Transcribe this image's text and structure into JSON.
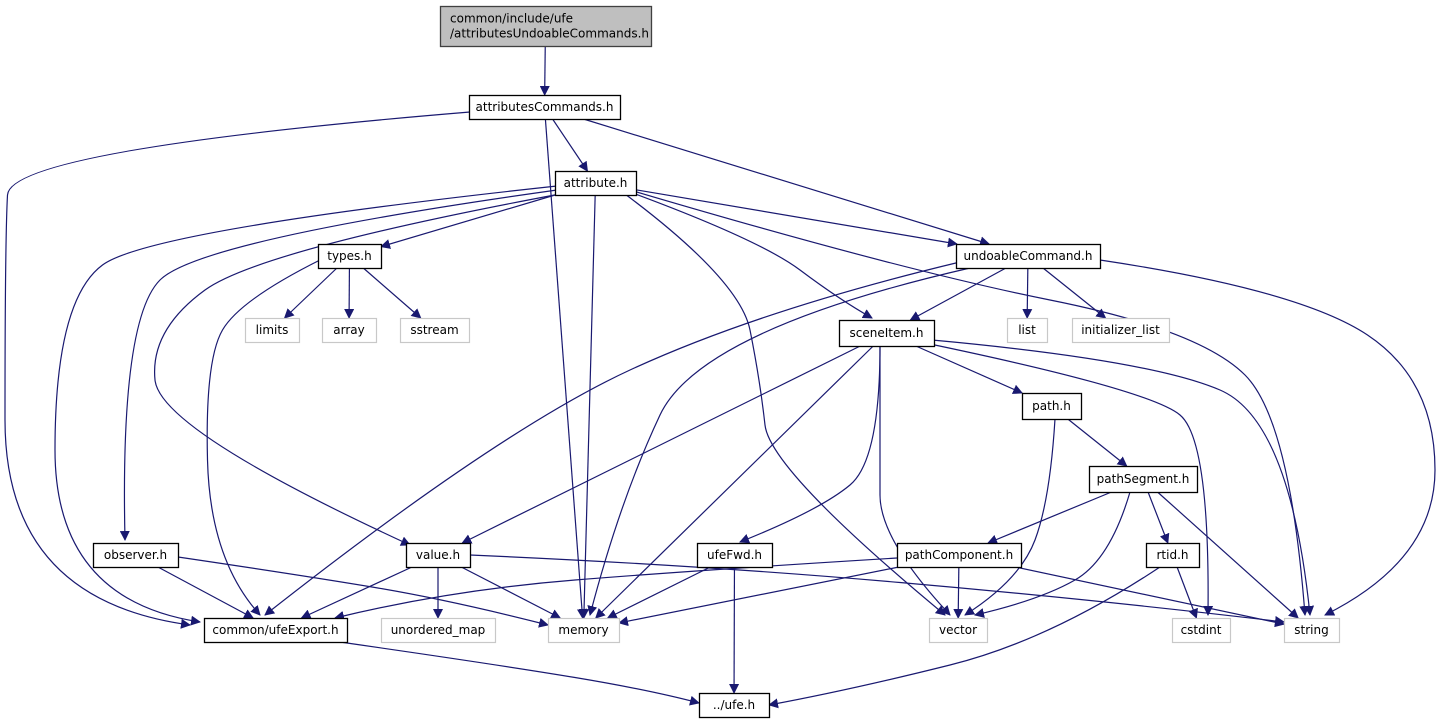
{
  "title": "common/include/ufe/attributesUndoableCommands.h",
  "colors": {
    "edge": "#191970",
    "root_fill": "#bfbfbf",
    "root_stroke": "#404040",
    "node_fill": "#ffffff",
    "node_stroke": "#000000",
    "external_stroke": "#c8c8c8",
    "external_text": "#000000"
  },
  "nodes": [
    {
      "id": "root",
      "lines": [
        "common/include/ufe",
        "/attributesUndoableCommands.h"
      ],
      "kind": "root"
    },
    {
      "id": "attributesCommands",
      "lines": [
        "attributesCommands.h"
      ],
      "kind": "local"
    },
    {
      "id": "attribute",
      "lines": [
        "attribute.h"
      ],
      "kind": "local"
    },
    {
      "id": "types",
      "lines": [
        "types.h"
      ],
      "kind": "local"
    },
    {
      "id": "undoableCommand",
      "lines": [
        "undoableCommand.h"
      ],
      "kind": "local"
    },
    {
      "id": "limits",
      "lines": [
        "limits"
      ],
      "kind": "external"
    },
    {
      "id": "array",
      "lines": [
        "array"
      ],
      "kind": "external"
    },
    {
      "id": "sstream",
      "lines": [
        "sstream"
      ],
      "kind": "external"
    },
    {
      "id": "list",
      "lines": [
        "list"
      ],
      "kind": "external"
    },
    {
      "id": "initializer_list",
      "lines": [
        "initializer_list"
      ],
      "kind": "external"
    },
    {
      "id": "sceneItem",
      "lines": [
        "sceneItem.h"
      ],
      "kind": "local"
    },
    {
      "id": "path",
      "lines": [
        "path.h"
      ],
      "kind": "local"
    },
    {
      "id": "pathSegment",
      "lines": [
        "pathSegment.h"
      ],
      "kind": "local"
    },
    {
      "id": "observer",
      "lines": [
        "observer.h"
      ],
      "kind": "local"
    },
    {
      "id": "value",
      "lines": [
        "value.h"
      ],
      "kind": "local"
    },
    {
      "id": "ufeFwd",
      "lines": [
        "ufeFwd.h"
      ],
      "kind": "local"
    },
    {
      "id": "pathComponent",
      "lines": [
        "pathComponent.h"
      ],
      "kind": "local"
    },
    {
      "id": "rtid",
      "lines": [
        "rtid.h"
      ],
      "kind": "local"
    },
    {
      "id": "ufeExport",
      "lines": [
        "common/ufeExport.h"
      ],
      "kind": "local"
    },
    {
      "id": "unordered_map",
      "lines": [
        "unordered_map"
      ],
      "kind": "external"
    },
    {
      "id": "memory",
      "lines": [
        "memory"
      ],
      "kind": "external"
    },
    {
      "id": "vector",
      "lines": [
        "vector"
      ],
      "kind": "external"
    },
    {
      "id": "cstdint",
      "lines": [
        "cstdint"
      ],
      "kind": "external"
    },
    {
      "id": "string",
      "lines": [
        "string"
      ],
      "kind": "external"
    },
    {
      "id": "ufe",
      "lines": [
        "../ufe.h"
      ],
      "kind": "local"
    }
  ],
  "edges": [
    [
      "root",
      "attributesCommands"
    ],
    [
      "attributesCommands",
      "attribute"
    ],
    [
      "attributesCommands",
      "undoableCommand"
    ],
    [
      "attributesCommands",
      "memory"
    ],
    [
      "attributesCommands",
      "ufeExport"
    ],
    [
      "attribute",
      "types"
    ],
    [
      "attribute",
      "undoableCommand"
    ],
    [
      "attribute",
      "sceneItem"
    ],
    [
      "attribute",
      "observer"
    ],
    [
      "attribute",
      "value"
    ],
    [
      "attribute",
      "memory"
    ],
    [
      "attribute",
      "vector"
    ],
    [
      "attribute",
      "string"
    ],
    [
      "attribute",
      "ufeExport"
    ],
    [
      "types",
      "limits"
    ],
    [
      "types",
      "array"
    ],
    [
      "types",
      "sstream"
    ],
    [
      "types",
      "ufeExport"
    ],
    [
      "undoableCommand",
      "sceneItem"
    ],
    [
      "undoableCommand",
      "list"
    ],
    [
      "undoableCommand",
      "initializer_list"
    ],
    [
      "undoableCommand",
      "memory"
    ],
    [
      "undoableCommand",
      "string"
    ],
    [
      "undoableCommand",
      "ufeExport"
    ],
    [
      "sceneItem",
      "path"
    ],
    [
      "sceneItem",
      "value"
    ],
    [
      "sceneItem",
      "ufeFwd"
    ],
    [
      "sceneItem",
      "memory"
    ],
    [
      "sceneItem",
      "vector"
    ],
    [
      "sceneItem",
      "cstdint"
    ],
    [
      "sceneItem",
      "string"
    ],
    [
      "path",
      "pathSegment"
    ],
    [
      "path",
      "vector"
    ],
    [
      "pathSegment",
      "pathComponent"
    ],
    [
      "pathSegment",
      "rtid"
    ],
    [
      "pathSegment",
      "vector"
    ],
    [
      "pathSegment",
      "string"
    ],
    [
      "observer",
      "ufeExport"
    ],
    [
      "observer",
      "memory"
    ],
    [
      "value",
      "ufeExport"
    ],
    [
      "value",
      "unordered_map"
    ],
    [
      "value",
      "memory"
    ],
    [
      "value",
      "string"
    ],
    [
      "ufeFwd",
      "memory"
    ],
    [
      "ufeFwd",
      "ufe"
    ],
    [
      "pathComponent",
      "ufeExport"
    ],
    [
      "pathComponent",
      "memory"
    ],
    [
      "pathComponent",
      "vector"
    ],
    [
      "pathComponent",
      "string"
    ],
    [
      "rtid",
      "cstdint"
    ],
    [
      "rtid",
      "ufe"
    ],
    [
      "ufeExport",
      "ufe"
    ]
  ]
}
